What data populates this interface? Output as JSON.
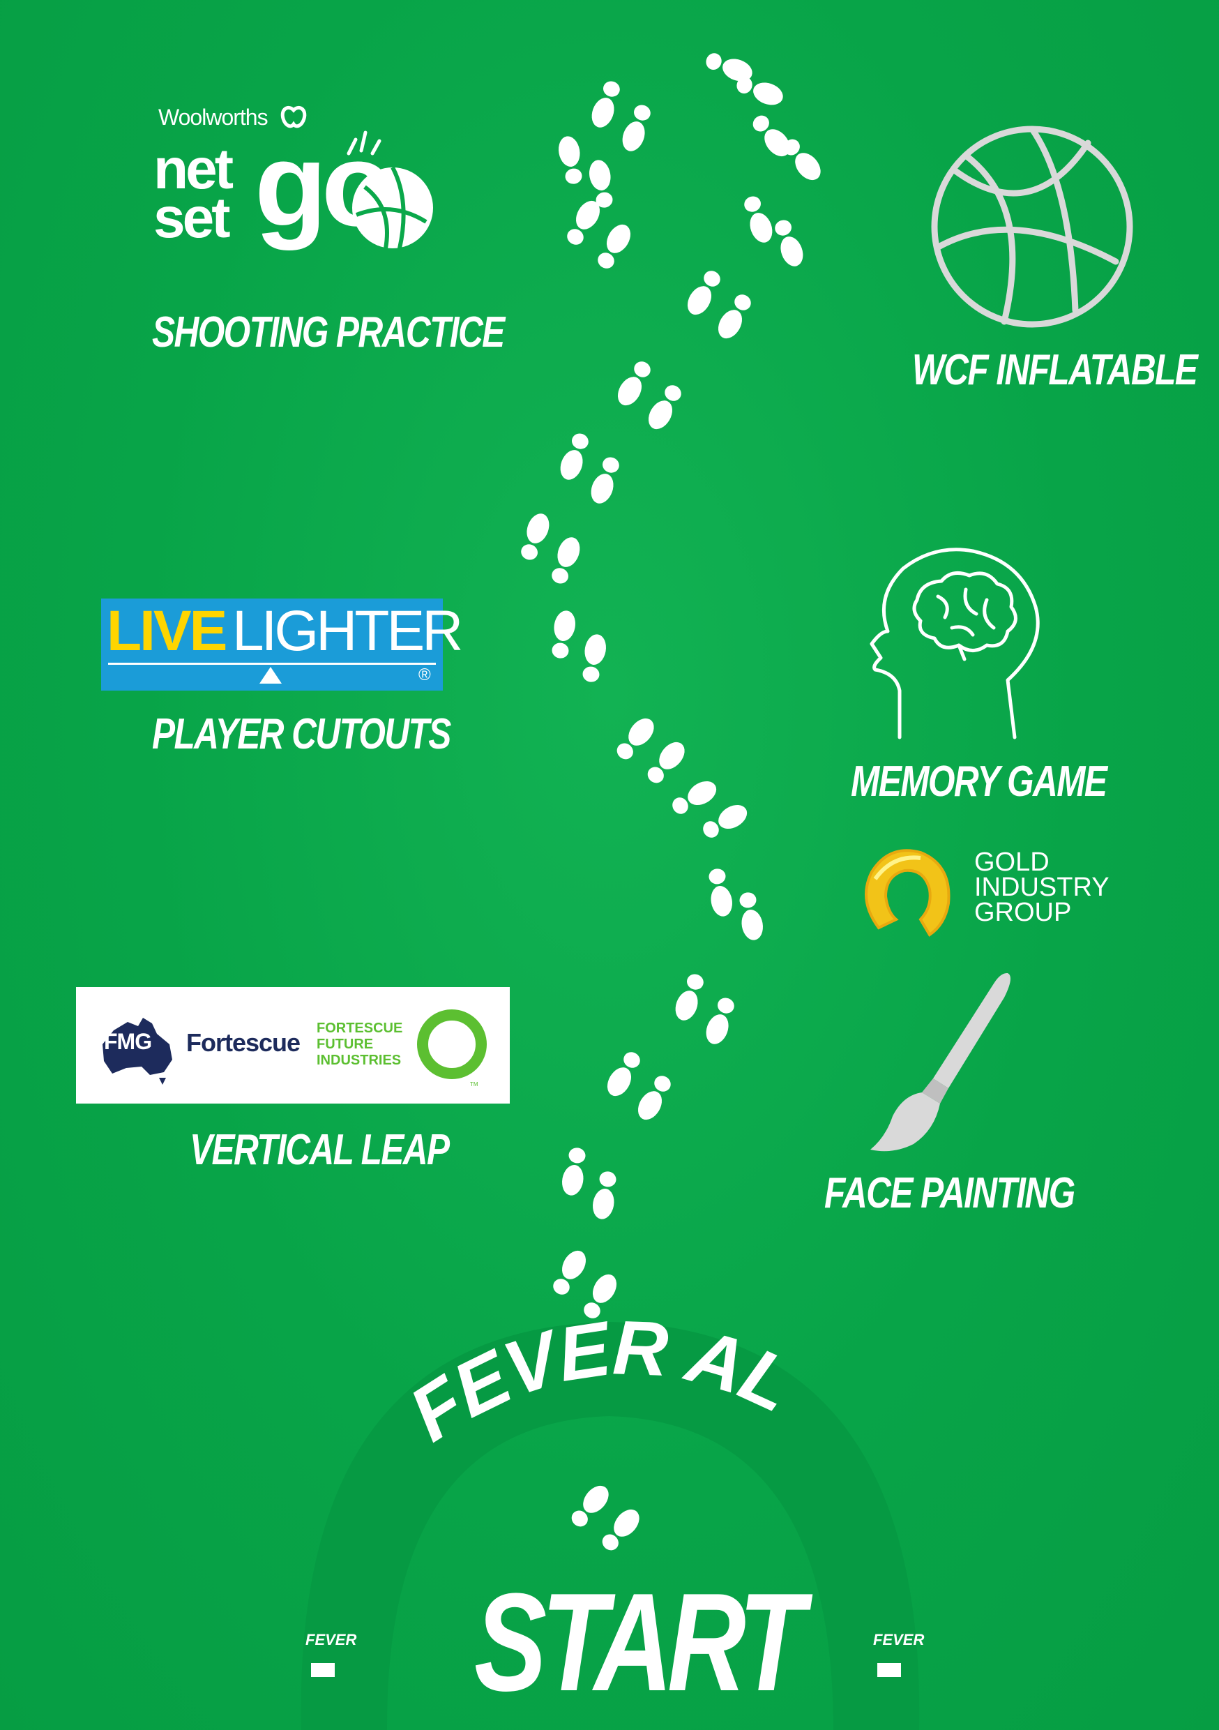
{
  "poster": {
    "title": "FEVER ALLEY",
    "start": "START"
  },
  "sponsors": {
    "woolworths": {
      "brand": "Woolworths",
      "line1": "net",
      "line2": "set",
      "line3": "go"
    },
    "livelighter": {
      "part1": "LIVE",
      "part2": "LIGHTER",
      "mark": "®"
    },
    "fmg": {
      "mark": "FMG",
      "name": "Fortescue",
      "ffi1": "FORTESCUE",
      "ffi2": "FUTURE",
      "ffi3": "INDUSTRIES",
      "tm": "TM"
    },
    "gold": {
      "line1": "GOLD",
      "line2": "INDUSTRY",
      "line3": "GROUP"
    },
    "fever_badge": {
      "name": "FEVER"
    }
  },
  "activities": {
    "shooting": "SHOOTING PRACTICE",
    "wcf": "WCF INFLATABLE",
    "player": "PLAYER CUTOUTS",
    "memory": "MEMORY GAME",
    "vertical": "VERTICAL LEAP",
    "face": "FACE PAINTING"
  },
  "colors": {
    "background": "#0aa84a",
    "arch": "#069a43",
    "logo_yellow": "#ffd500",
    "logo_blue": "#1b9cd8",
    "ffi_green": "#5cbf31",
    "fmg_navy": "#1d2b5c"
  }
}
